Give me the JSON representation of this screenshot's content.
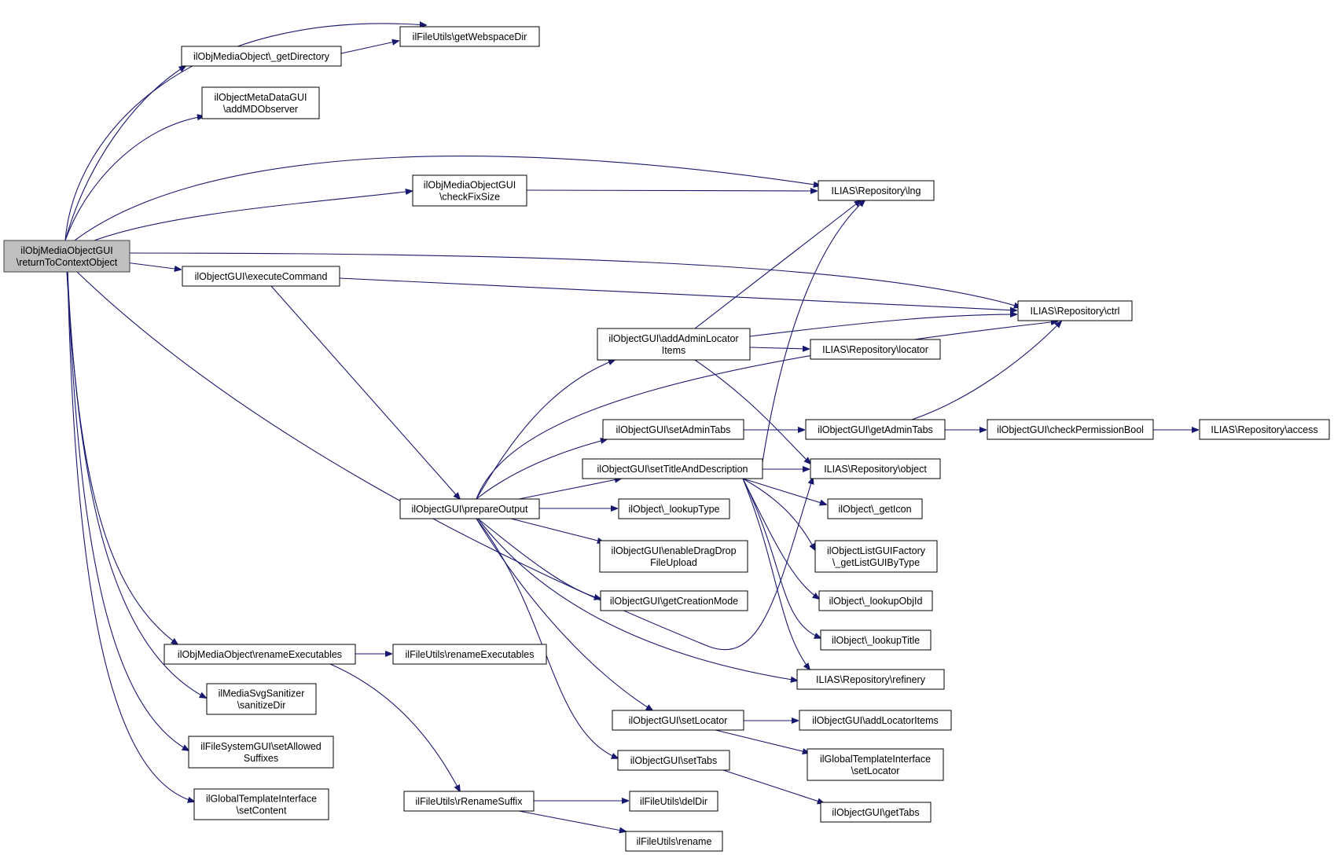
{
  "colors": {
    "edge": "#191970",
    "root_fill": "#bfbfbf",
    "node_fill": "#ffffff",
    "node_stroke": "#000000"
  },
  "nodes": {
    "root": {
      "lines": [
        "ilObjMediaObjectGUI",
        "\\returnToContextObject"
      ],
      "root": true
    },
    "getDirectory": {
      "lines": [
        "ilObjMediaObject\\_getDirectory"
      ]
    },
    "getWebspaceDir": {
      "lines": [
        "ilFileUtils\\getWebspaceDir"
      ]
    },
    "addMDObserver": {
      "lines": [
        "ilObjectMetaDataGUI",
        "\\addMDObserver"
      ]
    },
    "checkFixSize": {
      "lines": [
        "ilObjMediaObjectGUI",
        "\\checkFixSize"
      ]
    },
    "lng": {
      "lines": [
        "ILIAS\\Repository\\lng"
      ]
    },
    "executeCommand": {
      "lines": [
        "ilObjectGUI\\executeCommand"
      ]
    },
    "ctrl": {
      "lines": [
        "ILIAS\\Repository\\ctrl"
      ]
    },
    "addAdminLocator": {
      "lines": [
        "ilObjectGUI\\addAdminLocator",
        "Items"
      ]
    },
    "locator": {
      "lines": [
        "ILIAS\\Repository\\locator"
      ]
    },
    "setAdminTabs": {
      "lines": [
        "ilObjectGUI\\setAdminTabs"
      ]
    },
    "getAdminTabs": {
      "lines": [
        "ilObjectGUI\\getAdminTabs"
      ]
    },
    "checkPermission": {
      "lines": [
        "ilObjectGUI\\checkPermissionBool"
      ]
    },
    "access": {
      "lines": [
        "ILIAS\\Repository\\access"
      ]
    },
    "setTitleDesc": {
      "lines": [
        "ilObjectGUI\\setTitleAndDescription"
      ]
    },
    "object": {
      "lines": [
        "ILIAS\\Repository\\object"
      ]
    },
    "prepareOutput": {
      "lines": [
        "ilObjectGUI\\prepareOutput"
      ]
    },
    "lookupType": {
      "lines": [
        "ilObject\\_lookupType"
      ]
    },
    "getIcon": {
      "lines": [
        "ilObject\\_getIcon"
      ]
    },
    "getListGUI": {
      "lines": [
        "ilObjectListGUIFactory",
        "\\_getListGUIByType"
      ]
    },
    "enableDragDrop": {
      "lines": [
        "ilObjectGUI\\enableDragDrop",
        "FileUpload"
      ]
    },
    "lookupObjId": {
      "lines": [
        "ilObject\\_lookupObjId"
      ]
    },
    "getCreationMode": {
      "lines": [
        "ilObjectGUI\\getCreationMode"
      ]
    },
    "lookupTitle": {
      "lines": [
        "ilObject\\_lookupTitle"
      ]
    },
    "renameExecutables": {
      "lines": [
        "ilObjMediaObject\\renameExecutables"
      ]
    },
    "fileRenameExec": {
      "lines": [
        "ilFileUtils\\renameExecutables"
      ]
    },
    "refinery": {
      "lines": [
        "ILIAS\\Repository\\refinery"
      ]
    },
    "sanitizeDir": {
      "lines": [
        "ilMediaSvgSanitizer",
        "\\sanitizeDir"
      ]
    },
    "setLocator": {
      "lines": [
        "ilObjectGUI\\setLocator"
      ]
    },
    "addLocatorItems": {
      "lines": [
        "ilObjectGUI\\addLocatorItems"
      ]
    },
    "setAllowed": {
      "lines": [
        "ilFileSystemGUI\\setAllowed",
        "Suffixes"
      ]
    },
    "tplSetLocator": {
      "lines": [
        "ilGlobalTemplateInterface",
        "\\setLocator"
      ]
    },
    "setTabs": {
      "lines": [
        "ilObjectGUI\\setTabs"
      ]
    },
    "setContent": {
      "lines": [
        "ilGlobalTemplateInterface",
        "\\setContent"
      ]
    },
    "rRenameSuffix": {
      "lines": [
        "ilFileUtils\\rRenameSuffix"
      ]
    },
    "delDir": {
      "lines": [
        "ilFileUtils\\delDir"
      ]
    },
    "getTabs": {
      "lines": [
        "ilObjectGUI\\getTabs"
      ]
    },
    "rename": {
      "lines": [
        "ilFileUtils\\rename"
      ]
    }
  }
}
